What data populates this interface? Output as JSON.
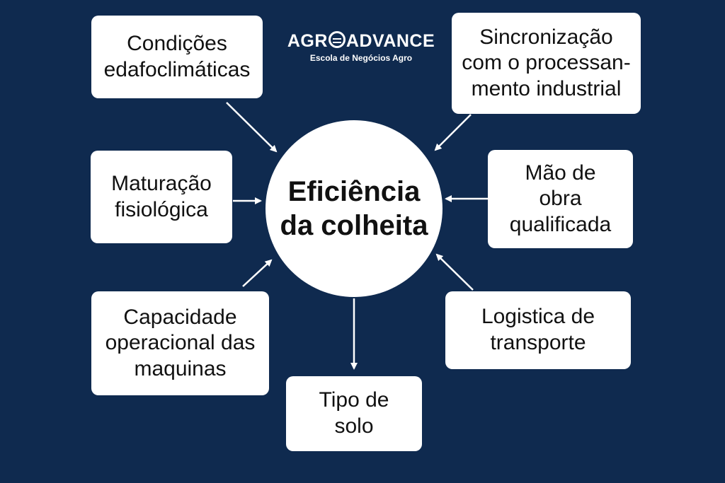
{
  "logo": {
    "name_start": "AGR",
    "name_end": "ADVANCE",
    "tagline": "Escola de Negócios Agro",
    "mark_icon": "wheat-circle-icon"
  },
  "center": {
    "label": "Eficiência\nda colheita"
  },
  "factors": {
    "edaphoclimatic": "Condições\nedafoclimáticas",
    "sync": "Sincronização\ncom o processan-\nmento industrial",
    "maturation": "Maturação\nfisiológica",
    "labor": "Mão de\nobra\nqualificada",
    "machines": "Capacidade\noperacional das\nmaquinas",
    "logistics": "Logistica de\ntransporte",
    "soil": "Tipo de\nsolo"
  },
  "colors": {
    "background": "#0f2a4f",
    "box": "#ffffff",
    "arrow": "#ffffff",
    "text": "#111111"
  }
}
